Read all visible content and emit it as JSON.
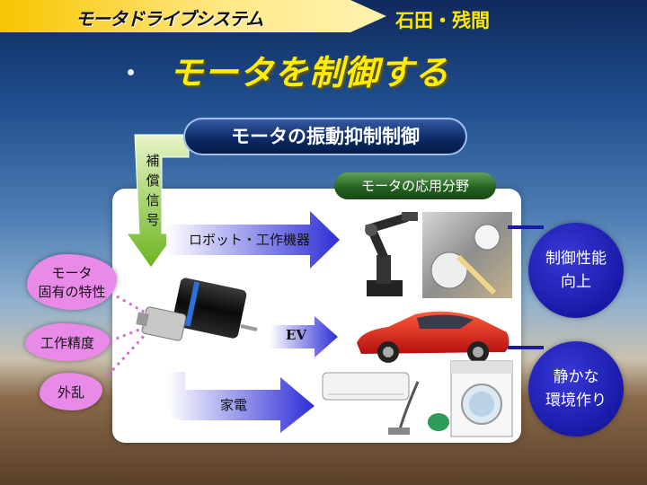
{
  "header": {
    "section_label": "モータドライブシステム",
    "authors": "石田・残間"
  },
  "title": "モータを制御する",
  "main_pill": "モータの振動抑制制御",
  "field_pill": "モータの応用分野",
  "feedback_label": "補償信号",
  "factors": [
    "モータ\n固有の特性",
    "工作精度",
    "外乱"
  ],
  "applications": [
    {
      "label": "ロボット・工作機器"
    },
    {
      "label": "EV"
    },
    {
      "label": "家電"
    }
  ],
  "outcomes": [
    "制御性能\n向上",
    "静かな\n環境作り"
  ],
  "colors": {
    "banner": "#f7c500",
    "title": "#ffee00",
    "pill_blue": "#0c2a66",
    "pill_green": "#215f1e",
    "blob": "#e98ae8",
    "circle": "#1a1aa8",
    "arrow": "#3a3ad0"
  }
}
